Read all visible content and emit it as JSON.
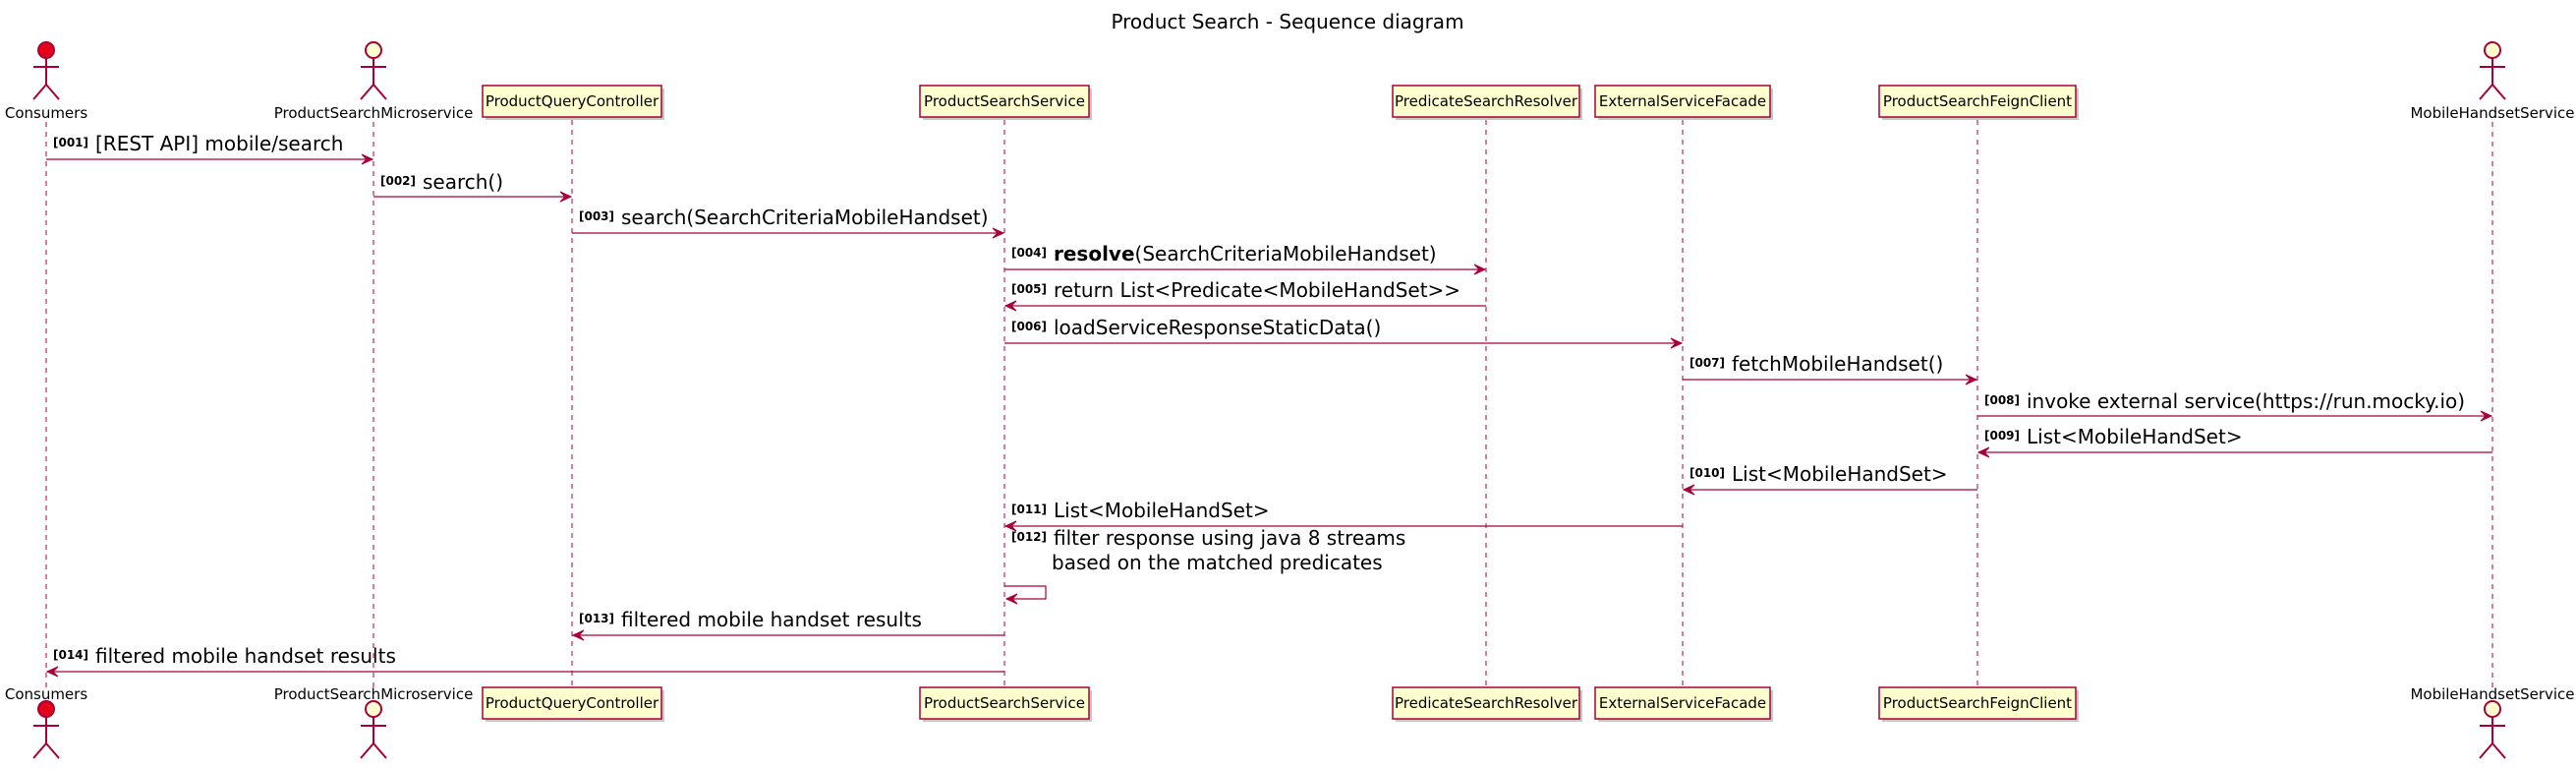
{
  "title": "Product Search - Sequence diagram",
  "colors": {
    "line": "#A80036",
    "participant_fill": "#FEFECE",
    "consumer_fill": "#E2001A"
  },
  "participants": [
    {
      "id": "consumers",
      "name": "Consumers",
      "kind": "actor",
      "actor_fill": "#E2001A"
    },
    {
      "id": "microservice",
      "name": "ProductSearchMicroservice",
      "kind": "actor",
      "actor_fill": "#FEFECE"
    },
    {
      "id": "controller",
      "name": "ProductQueryController",
      "kind": "participant"
    },
    {
      "id": "service",
      "name": "ProductSearchService",
      "kind": "participant"
    },
    {
      "id": "resolver",
      "name": "PredicateSearchResolver",
      "kind": "participant"
    },
    {
      "id": "facade",
      "name": "ExternalServiceFacade",
      "kind": "participant"
    },
    {
      "id": "feign",
      "name": "ProductSearchFeignClient",
      "kind": "participant"
    },
    {
      "id": "mobile",
      "name": "MobileHandsetService",
      "kind": "actor",
      "actor_fill": "#FEFECE"
    }
  ],
  "messages": [
    {
      "num": "[001]",
      "from": "consumers",
      "to": "microservice",
      "lines": [
        "[REST API] mobile/search"
      ]
    },
    {
      "num": "[002]",
      "from": "microservice",
      "to": "controller",
      "lines": [
        "search()"
      ]
    },
    {
      "num": "[003]",
      "from": "controller",
      "to": "service",
      "lines": [
        "search(SearchCriteriaMobileHandset)"
      ]
    },
    {
      "num": "[004]",
      "from": "service",
      "to": "resolver",
      "lines": [
        "(SearchCriteriaMobileHandset)"
      ],
      "bold_prefix": "resolve"
    },
    {
      "num": "[005]",
      "from": "resolver",
      "to": "service",
      "lines": [
        "return List<Predicate<MobileHandSet>>"
      ]
    },
    {
      "num": "[006]",
      "from": "service",
      "to": "facade",
      "lines": [
        "loadServiceResponseStaticData()"
      ]
    },
    {
      "num": "[007]",
      "from": "facade",
      "to": "feign",
      "lines": [
        "fetchMobileHandset()"
      ]
    },
    {
      "num": "[008]",
      "from": "feign",
      "to": "mobile",
      "lines": [
        "invoke external service(https://run.mocky.io)"
      ]
    },
    {
      "num": "[009]",
      "from": "mobile",
      "to": "feign",
      "lines": [
        "List<MobileHandSet>"
      ]
    },
    {
      "num": "[010]",
      "from": "feign",
      "to": "facade",
      "lines": [
        "List<MobileHandSet>"
      ]
    },
    {
      "num": "[011]",
      "from": "facade",
      "to": "service",
      "lines": [
        "List<MobileHandSet>"
      ]
    },
    {
      "num": "[012]",
      "from": "service",
      "to": "service",
      "lines": [
        "filter response using java 8 streams",
        "based on the matched predicates"
      ]
    },
    {
      "num": "[013]",
      "from": "service",
      "to": "controller",
      "lines": [
        "filtered mobile handset results"
      ]
    },
    {
      "num": "[014]",
      "from": "service",
      "to": "consumers",
      "lines": [
        "filtered mobile handset results"
      ]
    }
  ]
}
